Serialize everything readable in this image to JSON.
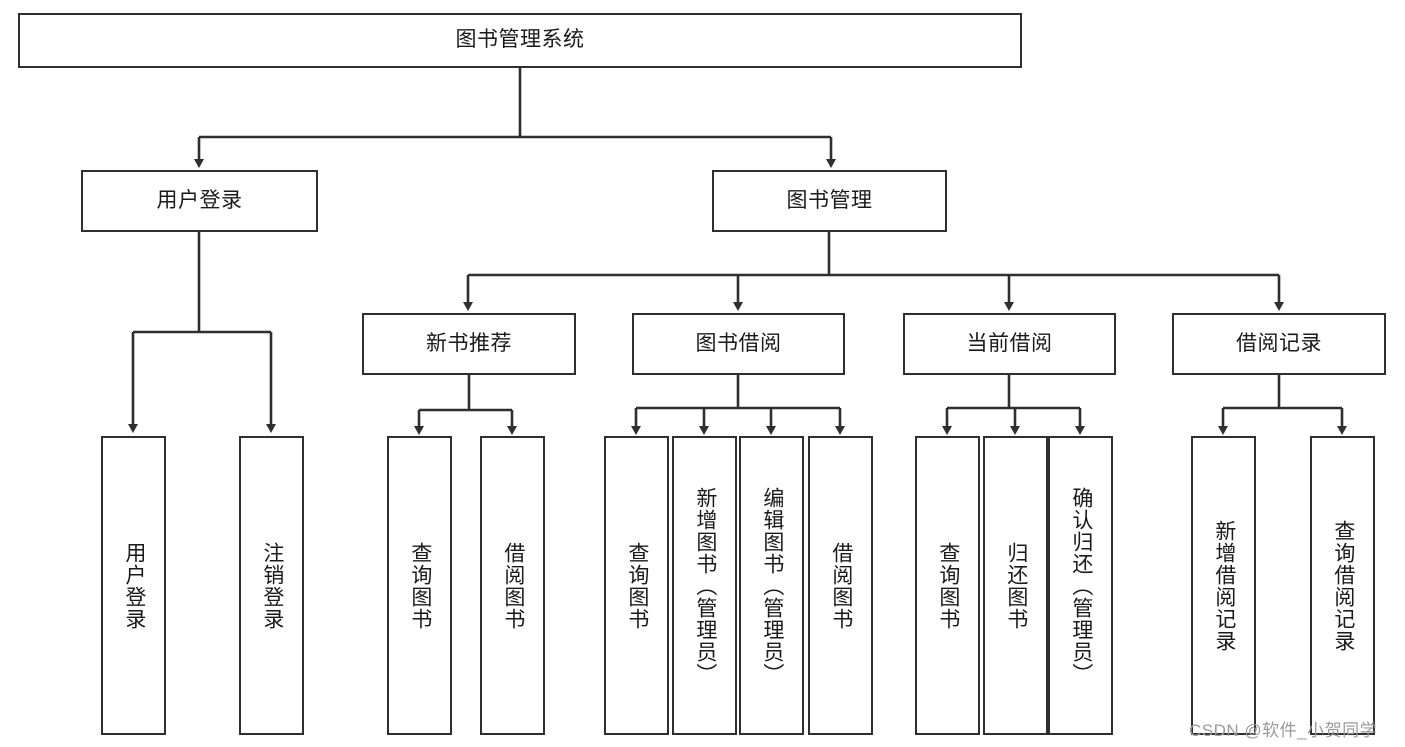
{
  "diagram": {
    "type": "tree-hierarchy",
    "title": "图书管理系统",
    "watermark": "CSDN @软件_小贺同学",
    "colors": {
      "stroke": "#2f2f2f",
      "fill": "#ffffff",
      "text": "#1a1a1a",
      "watermark": "#9a9a9a"
    },
    "nodes": {
      "root": {
        "label": "图书管理系统"
      },
      "level2": [
        {
          "id": "user-login",
          "label": "用户登录"
        },
        {
          "id": "book-management",
          "label": "图书管理"
        }
      ],
      "level3": [
        {
          "id": "new-book-recommend",
          "label": "新书推荐"
        },
        {
          "id": "book-borrow",
          "label": "图书借阅"
        },
        {
          "id": "current-borrow",
          "label": "当前借阅"
        },
        {
          "id": "borrow-record",
          "label": "借阅记录"
        }
      ],
      "leaves": {
        "user-login": [
          {
            "id": "leaf-user-login",
            "label": "用户登录"
          },
          {
            "id": "leaf-logout-login",
            "label": "注销登录"
          }
        ],
        "new-book-recommend": [
          {
            "id": "leaf-query-book-1",
            "label": "查询图书"
          },
          {
            "id": "leaf-borrow-book-1",
            "label": "借阅图书"
          }
        ],
        "book-borrow": [
          {
            "id": "leaf-query-book-2",
            "label": "查询图书"
          },
          {
            "id": "leaf-add-book",
            "label": "新增图书（管理员）"
          },
          {
            "id": "leaf-edit-book",
            "label": "编辑图书（管理员）"
          },
          {
            "id": "leaf-borrow-book-2",
            "label": "借阅图书"
          }
        ],
        "current-borrow": [
          {
            "id": "leaf-query-book-3",
            "label": "查询图书"
          },
          {
            "id": "leaf-return-book",
            "label": "归还图书"
          },
          {
            "id": "leaf-confirm-return",
            "label": "确认归还（管理员）"
          }
        ],
        "borrow-record": [
          {
            "id": "leaf-add-record",
            "label": "新增借阅记录"
          },
          {
            "id": "leaf-query-record",
            "label": "查询借阅记录"
          }
        ]
      }
    }
  }
}
